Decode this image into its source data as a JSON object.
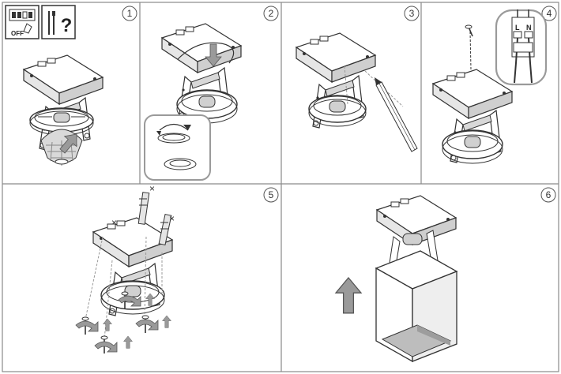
{
  "steps": [
    {
      "number": "1"
    },
    {
      "number": "2"
    },
    {
      "number": "3"
    },
    {
      "number": "4"
    },
    {
      "number": "5"
    },
    {
      "number": "6"
    }
  ],
  "icons": {
    "breaker_off_label": "OFF",
    "tools_question": "?"
  },
  "wiring": {
    "live_label": "L",
    "neutral_label": "N"
  },
  "screw_marks": [
    "×",
    "×",
    "×"
  ],
  "colors": {
    "line": "#333333",
    "arrow_fill": "#9a9a9a",
    "panel_border": "#8a8a8a",
    "callout_border": "#9a9a9a"
  }
}
